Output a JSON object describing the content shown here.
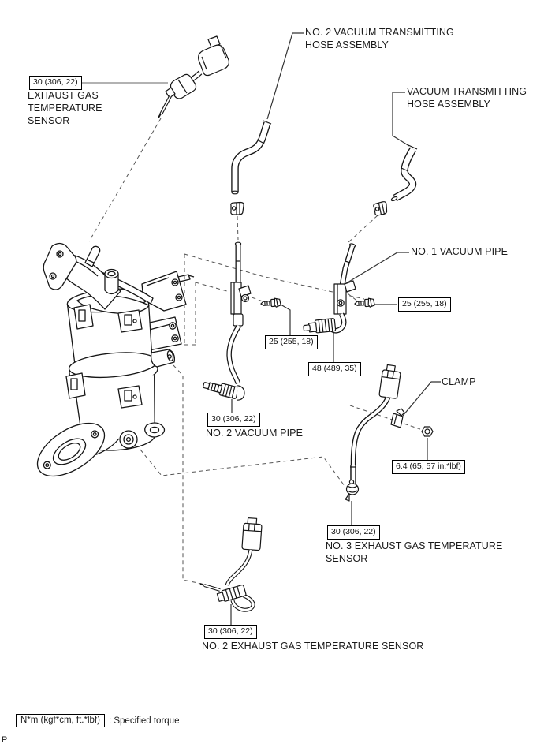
{
  "page": {
    "marker": "P"
  },
  "legend": {
    "torque_box": "N*m (kgf*cm, ft.*lbf)",
    "torque_desc": ": Specified torque"
  },
  "torques": {
    "t30": "30 (306, 22)",
    "t25": "25 (255, 18)",
    "t48": "48 (489, 35)",
    "t6_4": "6.4 (65, 57 in.*lbf)"
  },
  "parts": {
    "egt_sensor": "EXHAUST GAS TEMPERATURE SENSOR",
    "no2_vac_hose": "NO. 2 VACUUM TRANSMITTING HOSE ASSEMBLY",
    "vac_hose": "VACUUM TRANSMITTING HOSE ASSEMBLY",
    "no1_vac_pipe": "NO. 1 VACUUM PIPE",
    "no2_vac_pipe": "NO. 2 VACUUM PIPE",
    "clamp": "CLAMP",
    "no3_egt_sensor": "NO. 3 EXHAUST GAS TEMPERATURE SENSOR",
    "no2_egt_sensor": "NO. 2 EXHAUST GAS TEMPERATURE SENSOR"
  }
}
